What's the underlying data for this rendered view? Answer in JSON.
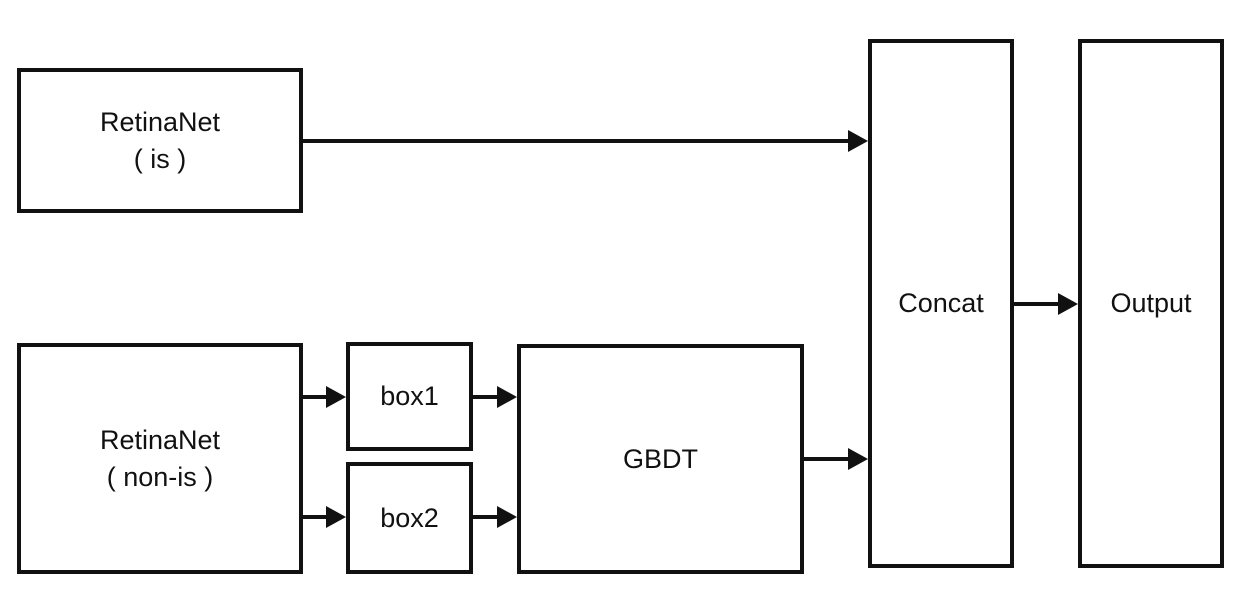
{
  "nodes": {
    "retinanet_is": {
      "line1": "RetinaNet",
      "line2": "( is )"
    },
    "retinanet_non_is": {
      "line1": "RetinaNet",
      "line2": "( non-is )"
    },
    "box1": {
      "label": "box1"
    },
    "box2": {
      "label": "box2"
    },
    "gbdt": {
      "label": "GBDT"
    },
    "concat": {
      "label": "Concat"
    },
    "output": {
      "label": "Output"
    }
  },
  "edges": [
    {
      "from": "RetinaNet ( is )",
      "to": "Concat"
    },
    {
      "from": "RetinaNet ( non-is )",
      "to": "box1"
    },
    {
      "from": "RetinaNet ( non-is )",
      "to": "box2"
    },
    {
      "from": "box1",
      "to": "GBDT"
    },
    {
      "from": "box2",
      "to": "GBDT"
    },
    {
      "from": "GBDT",
      "to": "Concat"
    },
    {
      "from": "Concat",
      "to": "Output"
    }
  ]
}
